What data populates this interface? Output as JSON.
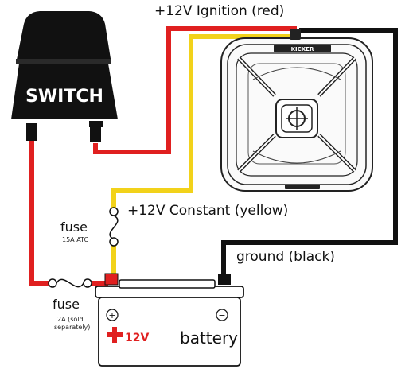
{
  "labels": {
    "ignition": "+12V Ignition (red)",
    "constant": "+12V Constant (yellow)",
    "ground": "ground (black)",
    "fuse_top": "fuse",
    "fuse_top_rating": "15A ATC",
    "fuse_bottom": "fuse",
    "fuse_bottom_rating_1": "2A (sold",
    "fuse_bottom_rating_2": "separately)",
    "switch": "SWITCH",
    "battery": "battery",
    "battery_voltage": "12V",
    "plus_symbol": "+",
    "minus_symbol": "−",
    "speaker_brand": "KICKER"
  },
  "wire_colors": {
    "red": "#e02020",
    "yellow": "#f2d21a",
    "black": "#111111"
  },
  "icons": {
    "switch": "rocker-switch-icon",
    "speaker": "speaker-enclosure-icon",
    "battery": "battery-icon",
    "fuse": "fuse-icon"
  }
}
